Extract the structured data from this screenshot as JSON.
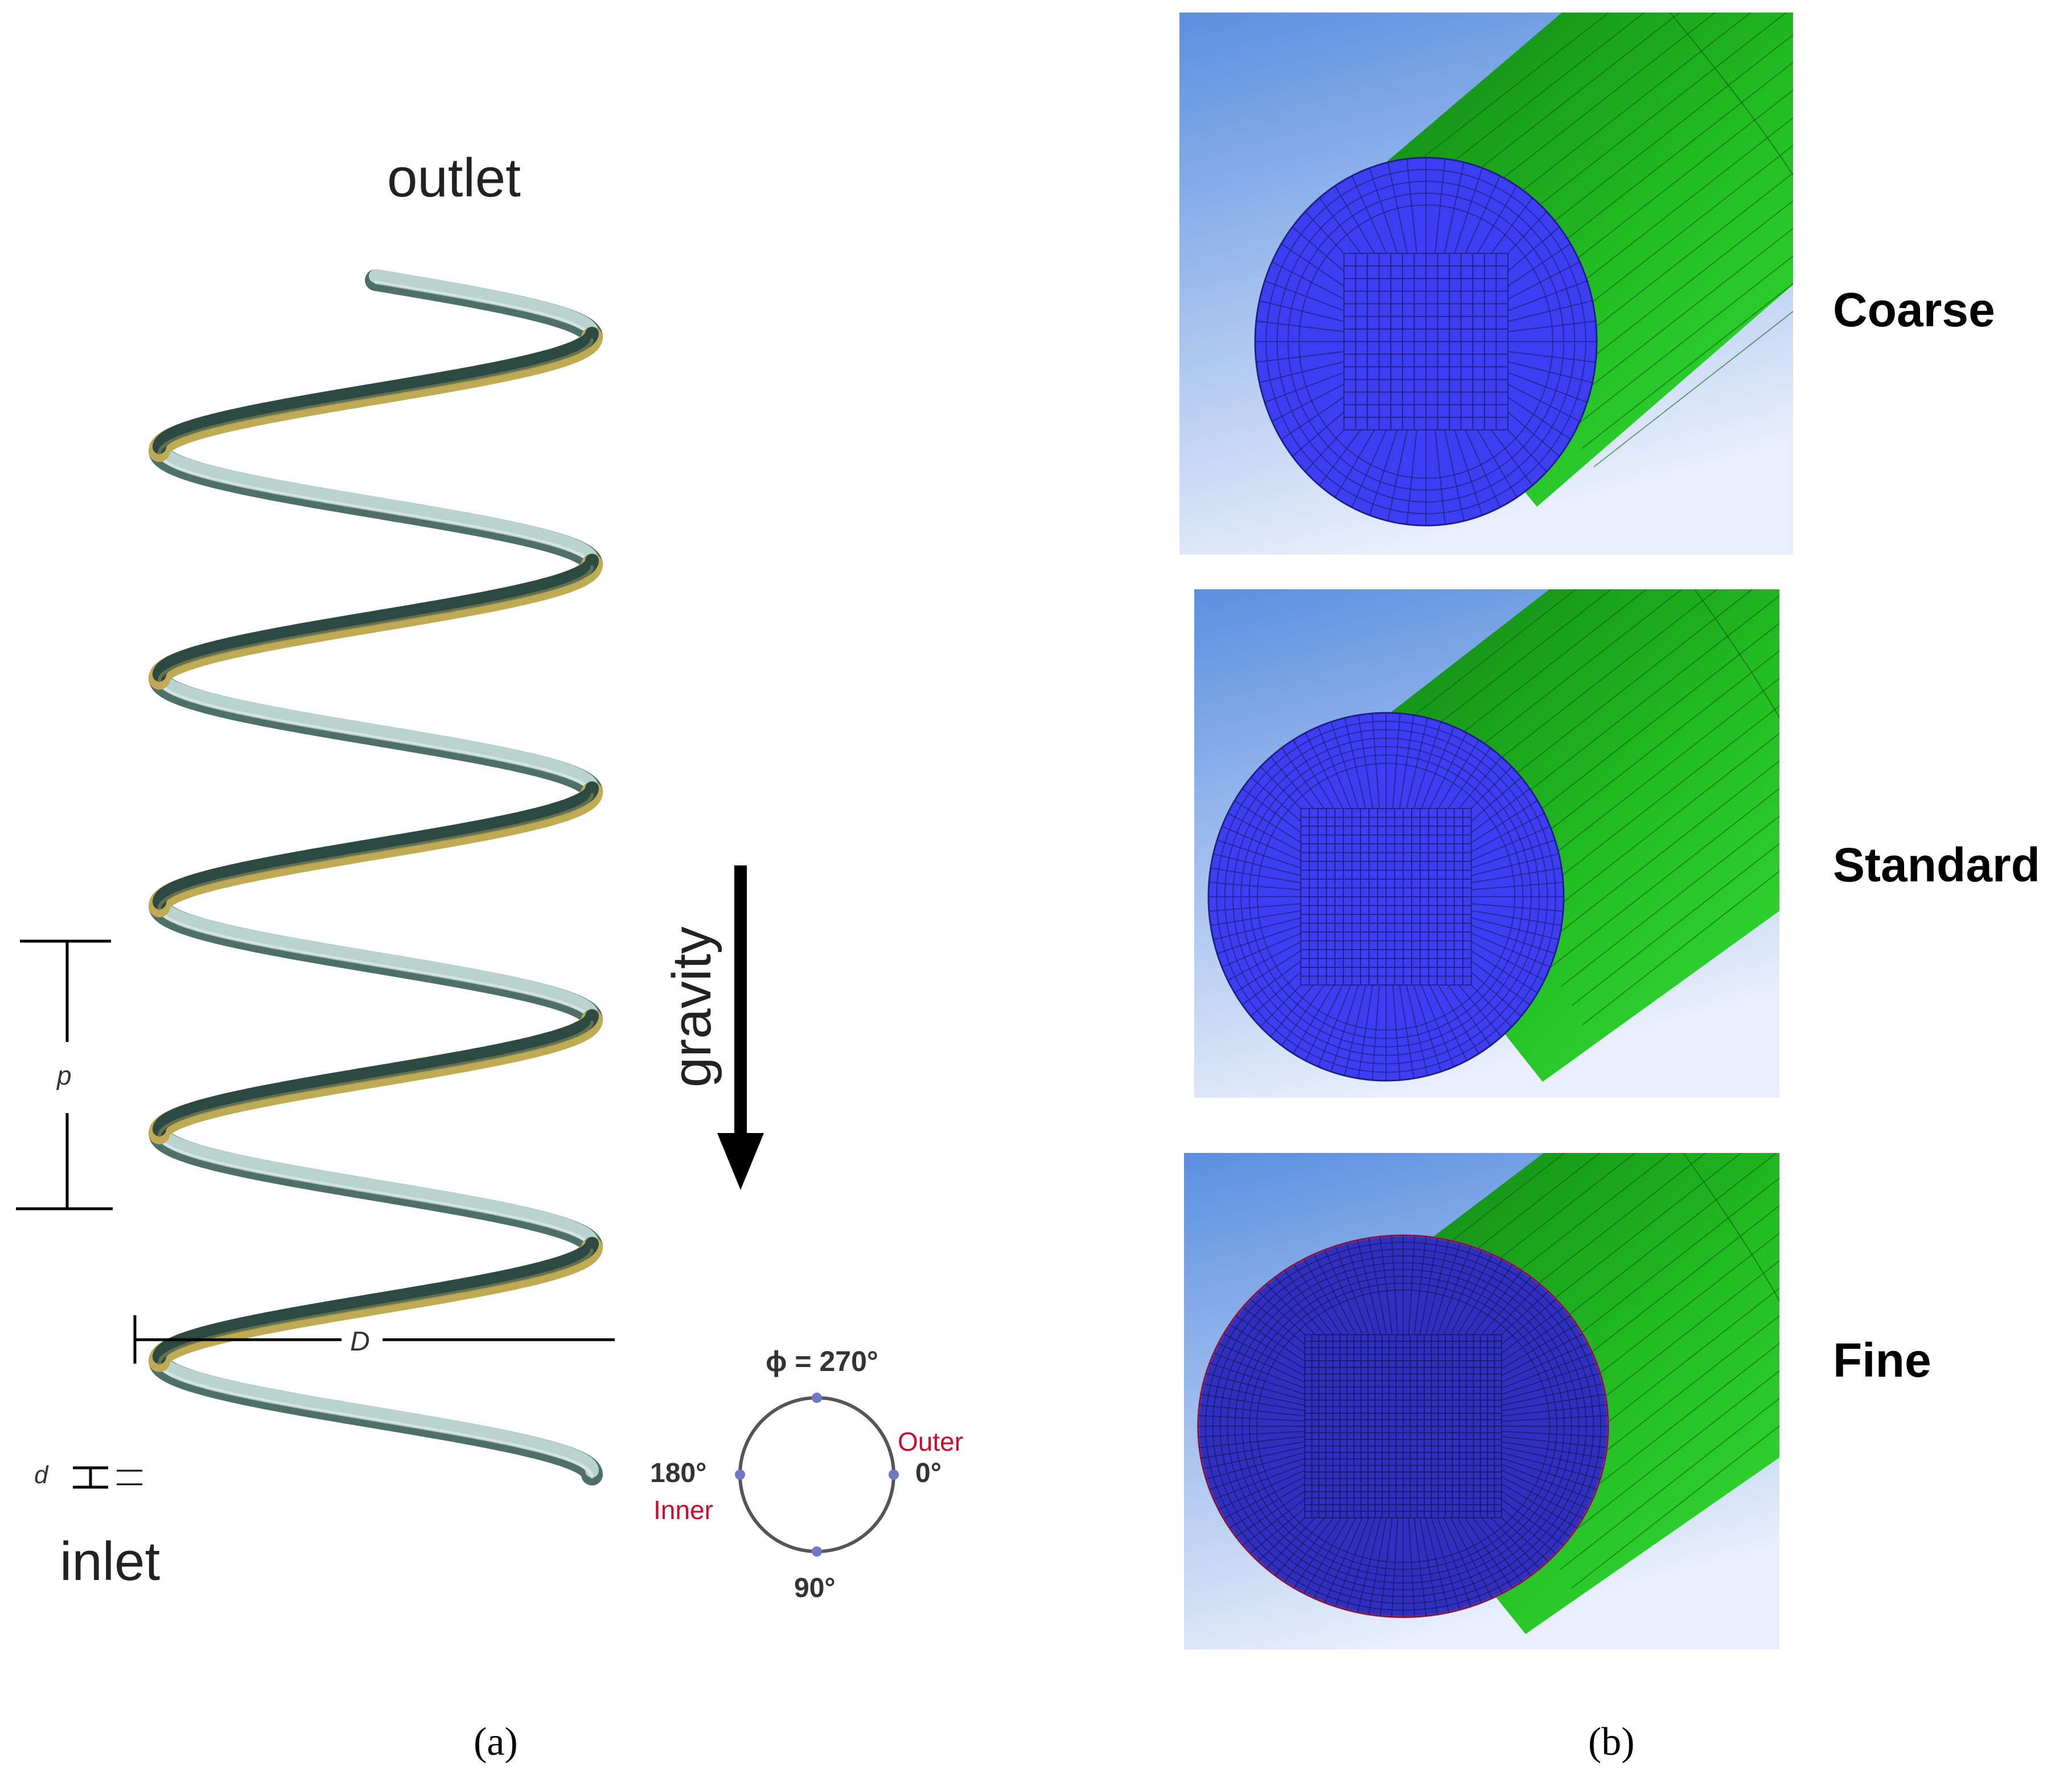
{
  "panel_a": {
    "outlet_label": "outlet",
    "inlet_label": "inlet",
    "gravity_label": "gravity",
    "pitch_symbol": "p",
    "coil_diameter_symbol": "D",
    "tube_diameter_symbol": "d",
    "angle_top": "ϕ = 270°",
    "angle_left": "180°",
    "inner_label": "Inner",
    "angle_right": "0°",
    "outer_label": "Outer",
    "angle_bottom": "90°",
    "caption": "(a)",
    "colors": {
      "inner_side": "#2c4a42",
      "outer_side": "#c0ab55",
      "label_red": "#c8102e"
    }
  },
  "panel_b": {
    "meshes": [
      {
        "label": "Coarse"
      },
      {
        "label": "Standard"
      },
      {
        "label": "Fine"
      }
    ],
    "caption": "(b)",
    "colors": {
      "face": "#3d3df2",
      "face_fine": "#2f2fb8",
      "wall": "#22c222",
      "background_top": "#5a8fe0",
      "background_bottom": "#e6ecfb"
    }
  }
}
